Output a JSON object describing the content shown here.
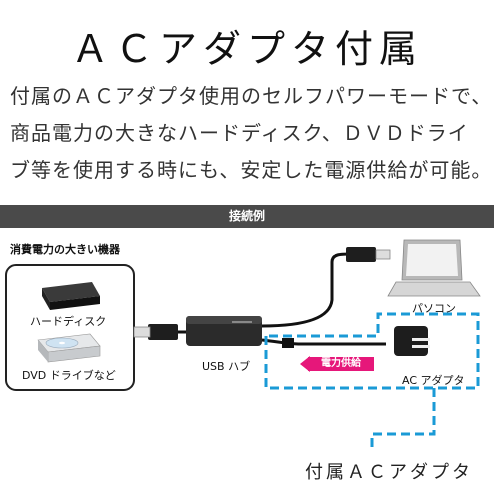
{
  "header": {
    "title": "ＡＣアダプタ付属"
  },
  "description": {
    "lines": [
      "付属のＡＣアダプタ使用のセルフパワーモードで、",
      "商品電力の大きなハードディスク、ＤＶＤドライ",
      "ブ等を使用する時にも、安定した電源供給が可能。"
    ]
  },
  "diagram": {
    "band_label": "接続例",
    "device_group_label": "消費電力の大きい機器",
    "hdd_label": "ハードディスク",
    "dvd_label": "DVD ドライブなど",
    "hub_label": "USB ハブ",
    "pc_label": "パソコン",
    "power_badge": "電力供給",
    "adapter_label": "AC アダプタ",
    "caption": "付属ＡＣアダプタ"
  },
  "colors": {
    "band": "#4a4a4a",
    "badge": "#e6177a",
    "dashed_outline": "#1a9ad6"
  }
}
